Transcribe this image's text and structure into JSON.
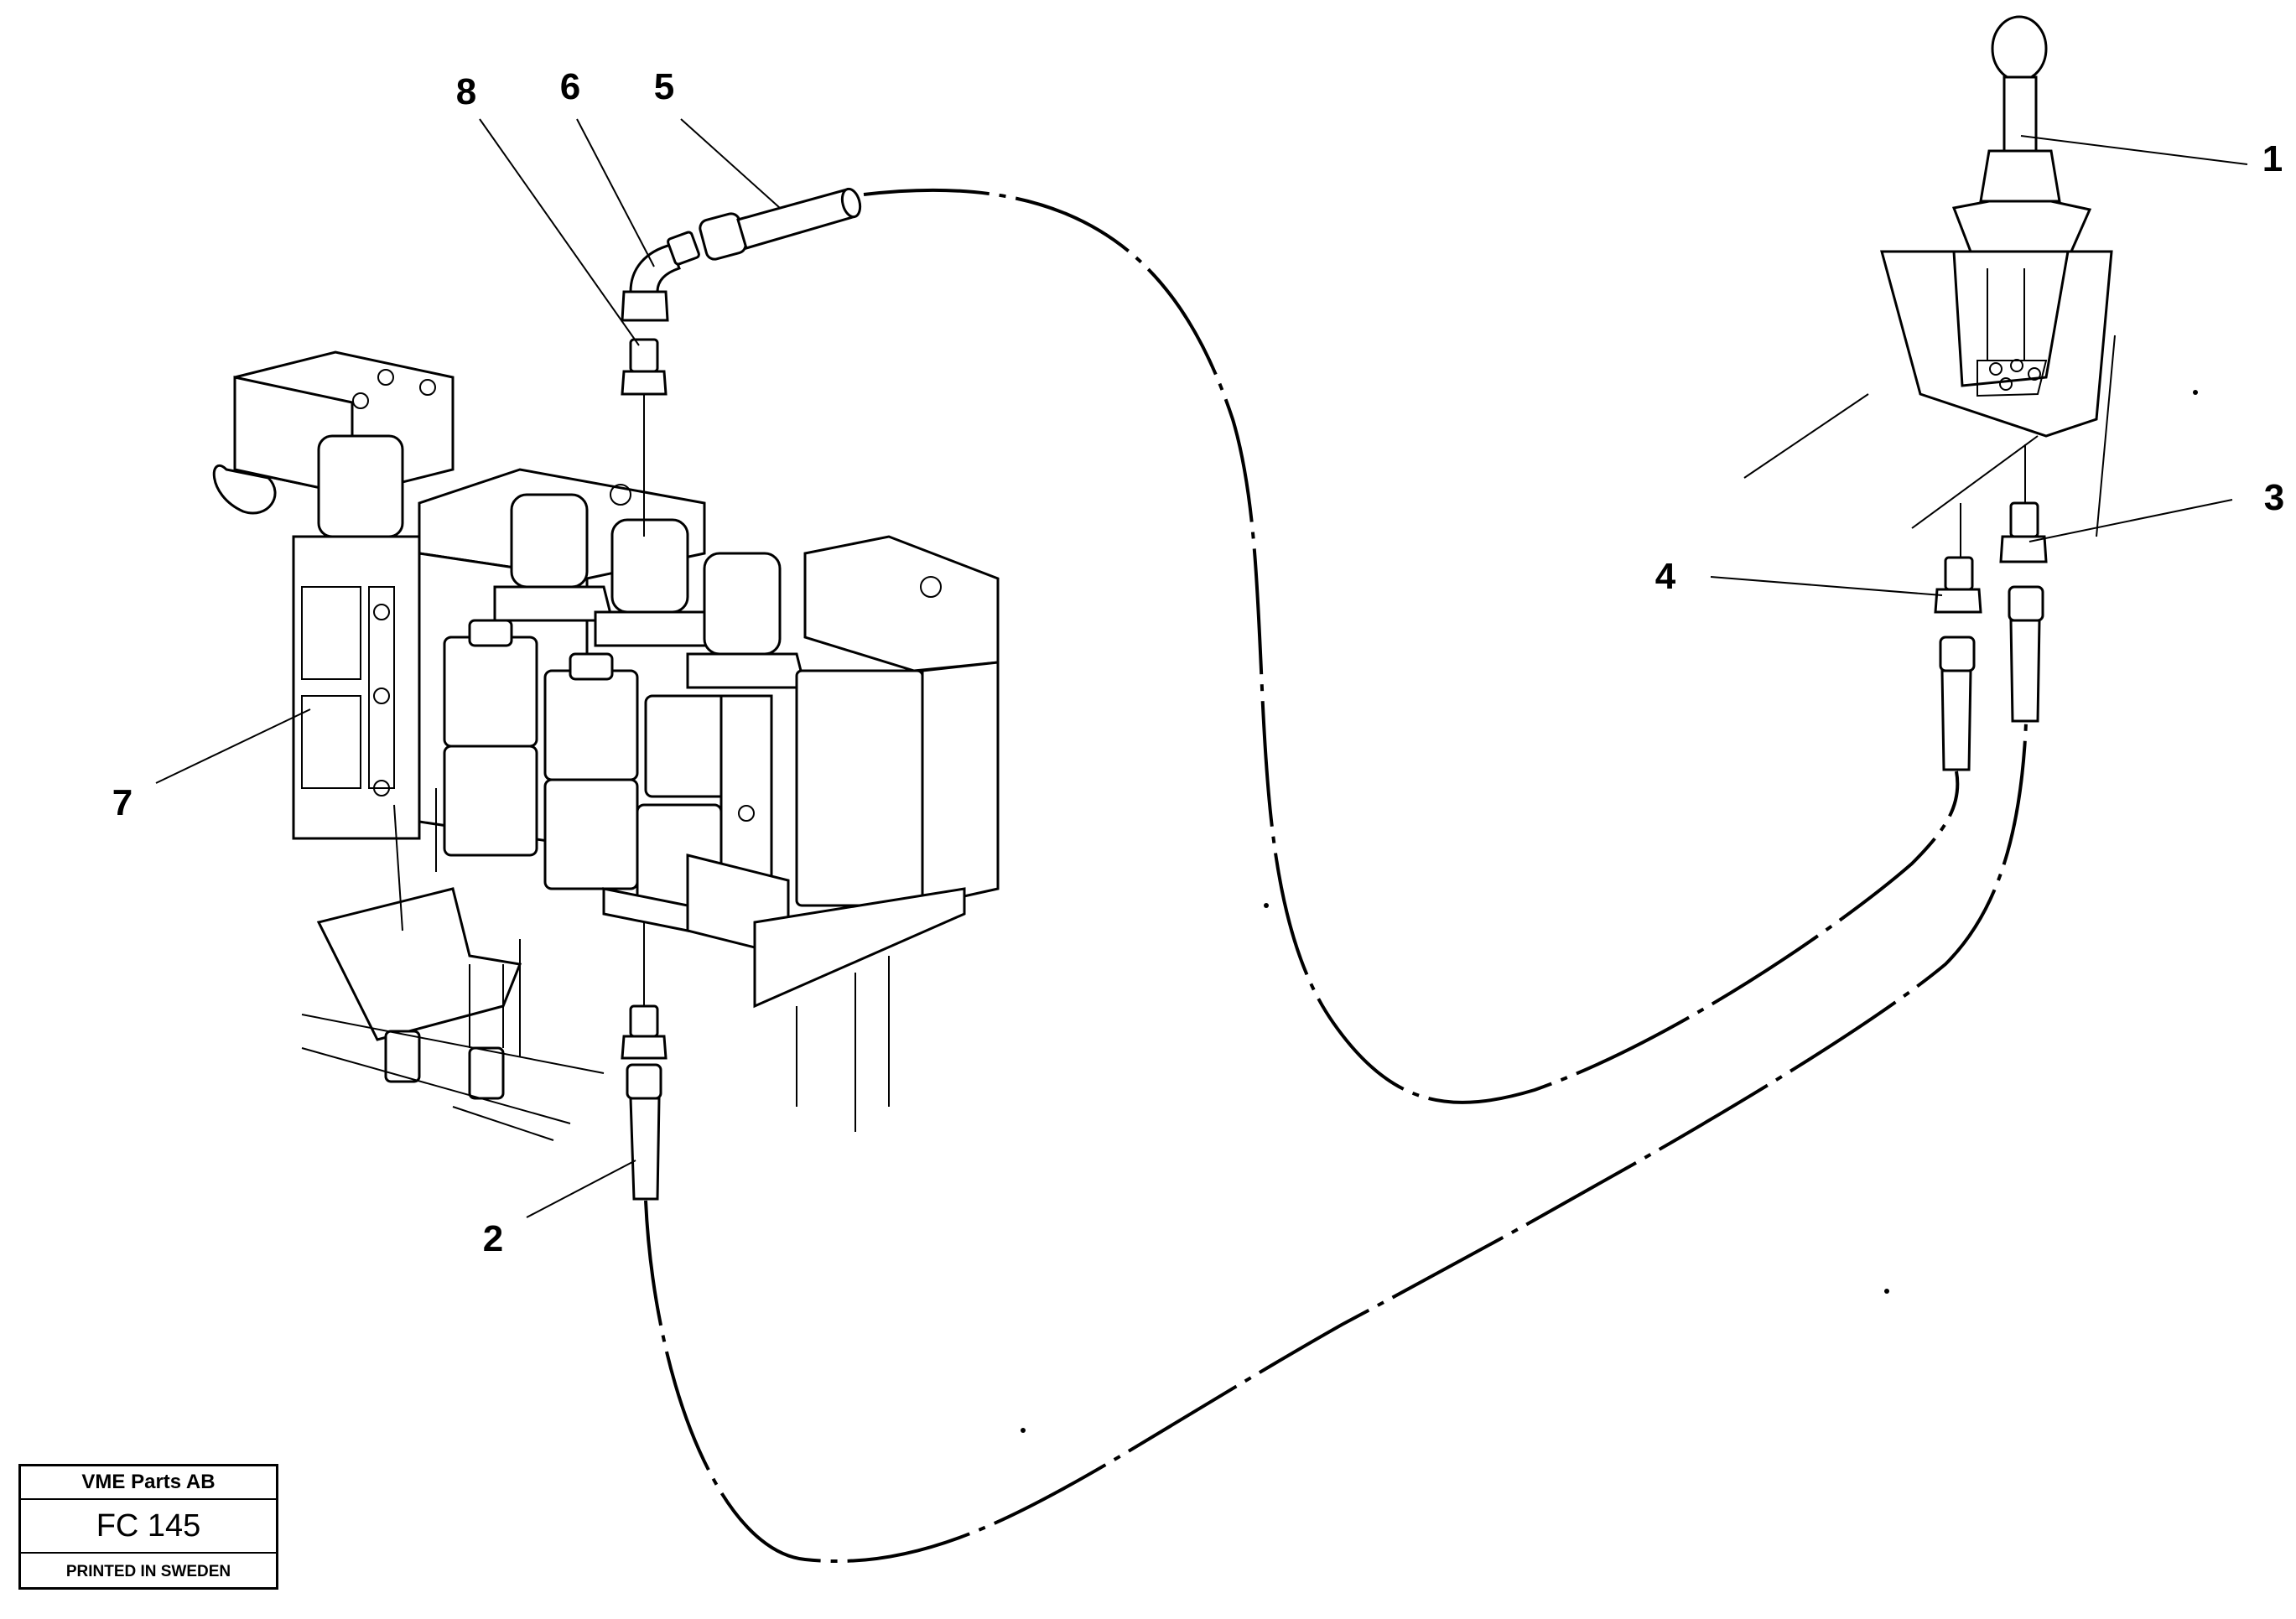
{
  "callouts": {
    "c1": "1",
    "c2": "2",
    "c3": "3",
    "c4": "4",
    "c5": "5",
    "c6": "6",
    "c7": "7",
    "c8": "8"
  },
  "title_block": {
    "company": "VME Parts AB",
    "code": "FC 145",
    "printed": "PRINTED IN SWEDEN"
  }
}
